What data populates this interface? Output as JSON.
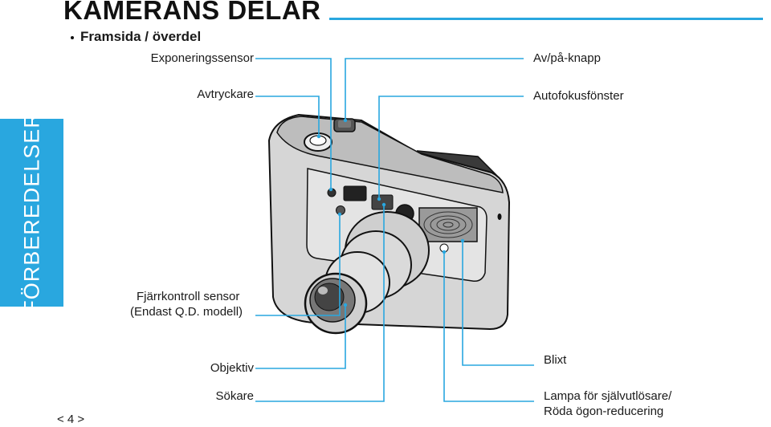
{
  "header": {
    "title": "KAMERANS DELAR",
    "subtitle": "Framsida / överdel"
  },
  "side_tab": {
    "label": "FÖRBEREDELSER"
  },
  "labels": {
    "exposure_sensor": "Exponeringssensor",
    "shutter_button": "Avtryckare",
    "power_button": "Av/på-knapp",
    "autofocus_window": "Autofokusfönster",
    "remote_sensor_line1": "Fjärrkontroll sensor",
    "remote_sensor_line2": "(Endast Q.D. modell)",
    "lens": "Objektiv",
    "viewfinder": "Sökare",
    "flash": "Blixt",
    "self_timer_line1": "Lampa för självutlösare/",
    "self_timer_line2": "Röda ögon-reducering"
  },
  "footer": {
    "page_number": "< 4 >"
  },
  "colors": {
    "accent": "#29a7df",
    "text": "#1a1a1a"
  }
}
